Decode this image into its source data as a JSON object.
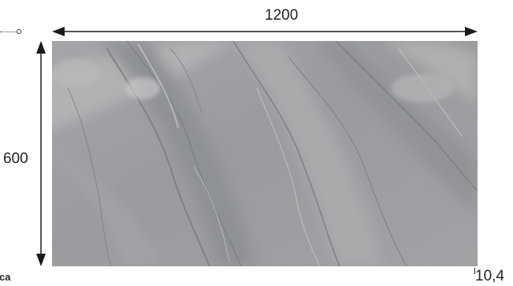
{
  "dimensions": {
    "width": "1200",
    "height": "600",
    "thickness": "10,4"
  },
  "product": {
    "name_fragment": "ca"
  },
  "colors": {
    "stone_base": "#9a9c9f",
    "stone_light": "#b4b6b8",
    "stone_dark": "#7e8184",
    "line": "#1a1a1a"
  }
}
